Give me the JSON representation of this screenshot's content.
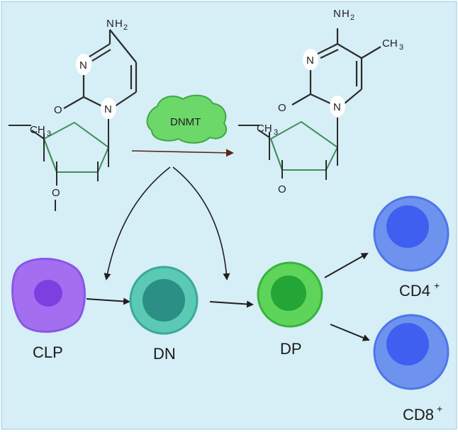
{
  "colors": {
    "background": "#d6eef6",
    "bond": "#2b2b2b",
    "sugar_ring": "#3f8f5a",
    "enzyme_fill": "#6cd86a",
    "enzyme_stroke": "#3fa843",
    "arrow": "#1f1f1f",
    "reaction_arrow": "#5a2418"
  },
  "molecules": {
    "left": {
      "amine_n": "N",
      "amine_h": "H",
      "amine_sub": "2",
      "ring_n_top": "N",
      "ring_n_bottom": "N",
      "oxygen": "O",
      "ch3_c": "CH",
      "ch3_sub": "3",
      "sugar_o": "O"
    },
    "right": {
      "amine_n": "N",
      "amine_h": "H",
      "amine_sub": "2",
      "methyl": "CH",
      "methyl_sub": "3",
      "ring_n_top": "N",
      "ring_n_bottom": "N",
      "oxygen": "O",
      "ch3_c": "CH",
      "ch3_sub": "3",
      "sugar_o": "O"
    }
  },
  "enzyme": {
    "label": "DNMT",
    "icon": "enzyme-blob-icon"
  },
  "cells": [
    {
      "id": "clp",
      "label": "CLP",
      "outer": "#a46ef0",
      "inner": "#7e3fe0",
      "stroke": "#8a56e6"
    },
    {
      "id": "dn",
      "label": "DN",
      "outer": "#5cc9b5",
      "inner": "#2b8f86",
      "stroke": "#3aa99a"
    },
    {
      "id": "dp",
      "label": "DP",
      "outer": "#5fd45a",
      "inner": "#23a636",
      "stroke": "#36b43d"
    },
    {
      "id": "cd4",
      "label": "CD4",
      "sup": "+",
      "outer": "#6e93ef",
      "inner": "#3f5ff0",
      "stroke": "#4e76ea"
    },
    {
      "id": "cd8",
      "label": "CD8",
      "sup": "+",
      "outer": "#6e93ef",
      "inner": "#3f5ff0",
      "stroke": "#4e76ea"
    }
  ]
}
